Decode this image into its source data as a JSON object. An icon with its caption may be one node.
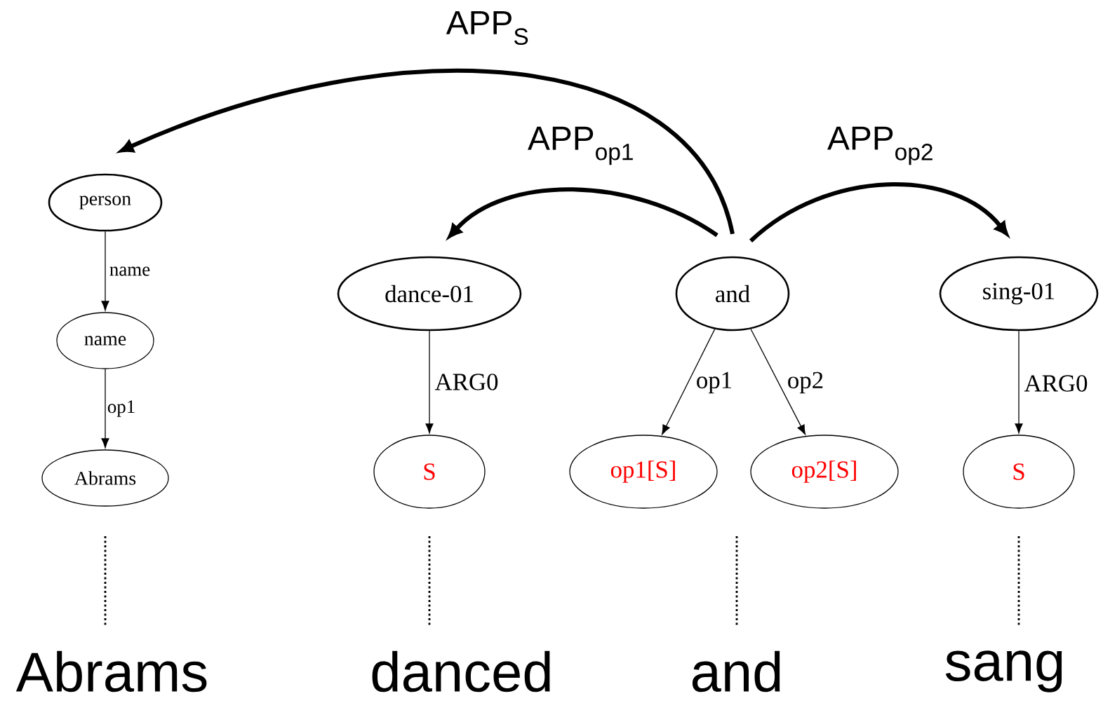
{
  "diagram": {
    "nodes": [
      {
        "text": [
          "person"
        ]
      },
      {
        "text": [
          "name"
        ]
      },
      {
        "text": [
          "Abrams"
        ]
      },
      {
        "text": [
          "dance-01"
        ]
      },
      {
        "text": [
          "S"
        ]
      },
      {
        "text": [
          "and"
        ]
      },
      {
        "text": [
          "op1[S]"
        ]
      },
      {
        "text": [
          "op2[S]"
        ]
      },
      {
        "text": [
          "sing-01"
        ]
      },
      {
        "text": [
          "S"
        ]
      },
      {
        "text": [
          "Abrams"
        ]
      },
      {
        "text": [
          "danced"
        ]
      },
      {
        "text": [
          "and"
        ]
      },
      {
        "text": [
          "sang"
        ]
      }
    ],
    "edges": [
      {
        "from": 0,
        "to": 1,
        "arrow": "to",
        "label": "name"
      },
      {
        "from": 1,
        "to": 2,
        "arrow": "to",
        "label": "op1"
      },
      {
        "from": 3,
        "to": 4,
        "arrow": "to",
        "label": "ARG0"
      },
      {
        "from": 5,
        "to": 6,
        "arrow": "to",
        "label": "op1"
      },
      {
        "from": 5,
        "to": 7,
        "arrow": "to",
        "label": "op2"
      },
      {
        "from": 8,
        "to": 9,
        "arrow": "to",
        "label": "ARG0"
      },
      {
        "from": 5,
        "to": 0,
        "arrow": "to",
        "label": "APP$_{S}$",
        "style": "thick"
      },
      {
        "from": 5,
        "to": 3,
        "arrow": "to",
        "label": "APP$_{op1}$",
        "style": "thick"
      },
      {
        "from": 5,
        "to": 8,
        "arrow": "to",
        "label": "APP$_{op2}$",
        "style": "thick"
      },
      {
        "from": 2,
        "to": 10,
        "arrow": "none",
        "style": "dashed"
      },
      {
        "from": 4,
        "to": 11,
        "arrow": "none",
        "style": "dashed"
      },
      {
        "from": null,
        "to": 12,
        "arrow": "none",
        "style": "dashed"
      },
      {
        "from": 9,
        "to": 13,
        "arrow": "none",
        "style": "dashed"
      }
    ]
  }
}
